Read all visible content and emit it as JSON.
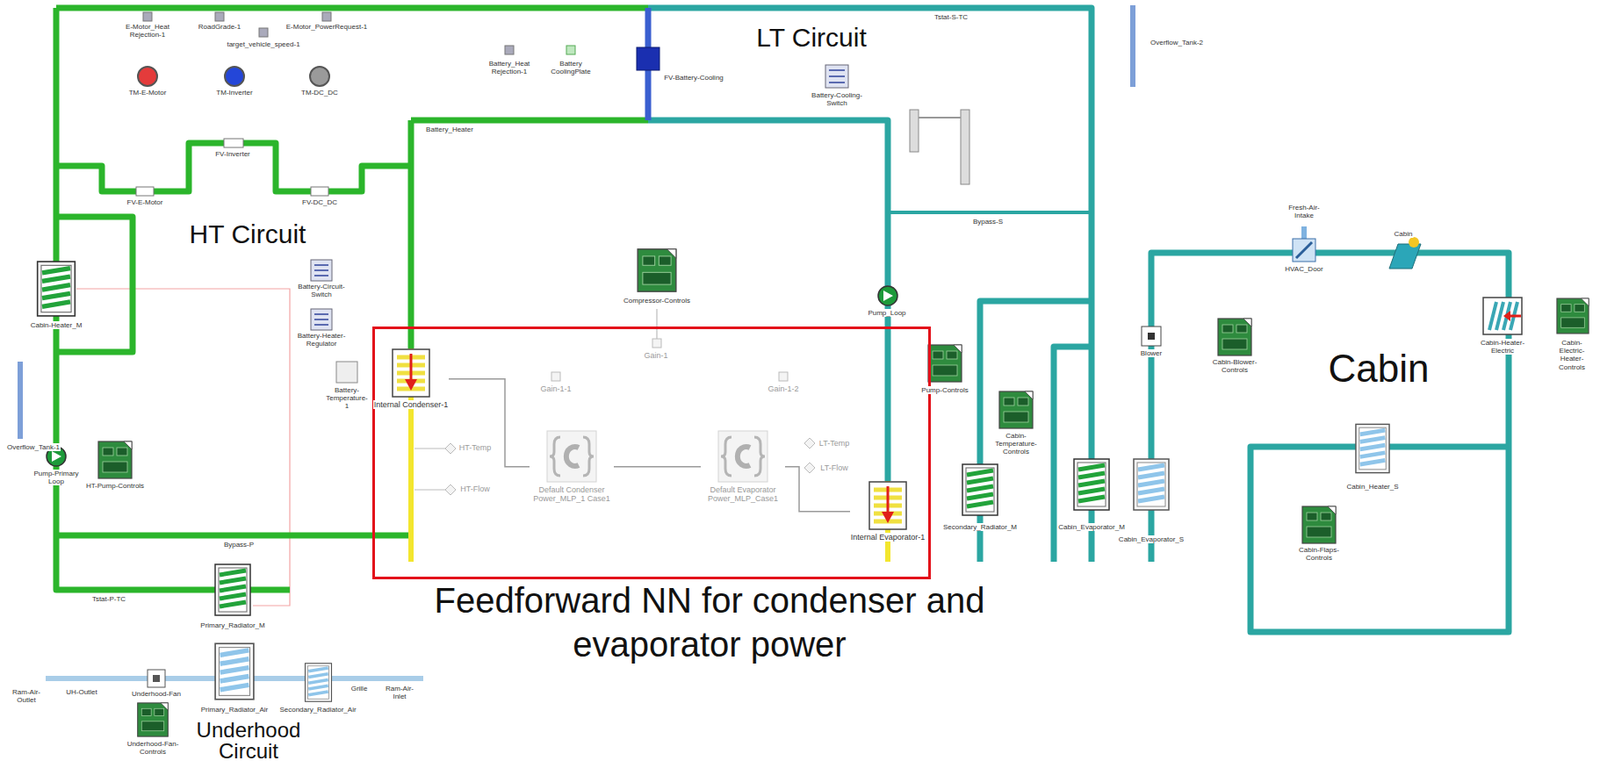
{
  "diagram": {
    "nodes": [
      {
        "text": [
          "Feedforward NN for condenser and evaporator power"
        ]
      },
      {
        "text": [
          "Internal Condenser-1"
        ],
        "in": 0
      },
      {
        "text": [
          "Default Condenser Power_MLP_1 Case1"
        ],
        "in": 0
      },
      {
        "text": [
          "Default Evaporator Power_MLP_Case1"
        ],
        "in": 0
      },
      {
        "text": [
          "Internal Evaporator-1"
        ],
        "in": 0
      }
    ],
    "edges": [
      {
        "from": 1,
        "to": 2,
        "arrow": "none"
      },
      {
        "from": 2,
        "to": 3,
        "arrow": "none"
      },
      {
        "from": 3,
        "to": 4,
        "arrow": "none"
      }
    ],
    "labels": [
      "LT Circuit",
      "HT Circuit",
      "Cabin",
      "Underhood Circuit",
      "E-Motor_Heat Rejection-1",
      "RoadGrade-1",
      "target_vehicle_speed-1",
      "E-Motor_PowerRequest-1",
      "TM-E-Motor",
      "TM-Inverter",
      "TM-DC_DC",
      "FV-Inverter",
      "FV-E-Motor",
      "FV-DC_DC",
      "Battery_Heat Rejection-1",
      "Battery CoolingPlate",
      "FV-Battery-Cooling",
      "Tstat-S-TC",
      "Overflow_Tank-2",
      "Battery-Cooling-Switch",
      "Battery_Heater",
      "Bypass-S",
      "Cabin-Heater_M",
      "Battery-Circuit-Switch",
      "Battery-Heater-Regulator",
      "Battery-Temperature-1",
      "Compressor-Controls",
      "Pump_Loop",
      "Pump-Controls",
      "Overflow_Tank-1",
      "Pump-Primary Loop",
      "HT-Pump-Controls",
      "Bypass-P",
      "Tstat-P-TC",
      "Primary_Radiator_M",
      "Ram-Air-Outlet",
      "UH-Outlet",
      "Underhood-Fan",
      "Primary_Radiator_Air",
      "Secondary_Radiator_Air",
      "Grille",
      "Ram-Air-Inlet",
      "Underhood-Fan-Controls",
      "Cabin-Temperature-Controls",
      "Secondary_Radiator_M",
      "Cabin_Evaporator_M",
      "Cabin_Evaporator_S",
      "Blower",
      "Cabin-Blower-Controls",
      "Fresh-Air-Intake",
      "HVAC_Door",
      "Cabin",
      "Cabin-Heater-Electric",
      "Cabin-Electric-Heater-Controls",
      "Cabin_Heater_S",
      "Cabin-Flaps-Controls",
      "HT-Temp",
      "HT-Flow",
      "LT-Temp",
      "LT-Flow",
      "Gain-1",
      "Gain-1-1",
      "Gain-1-2"
    ]
  }
}
